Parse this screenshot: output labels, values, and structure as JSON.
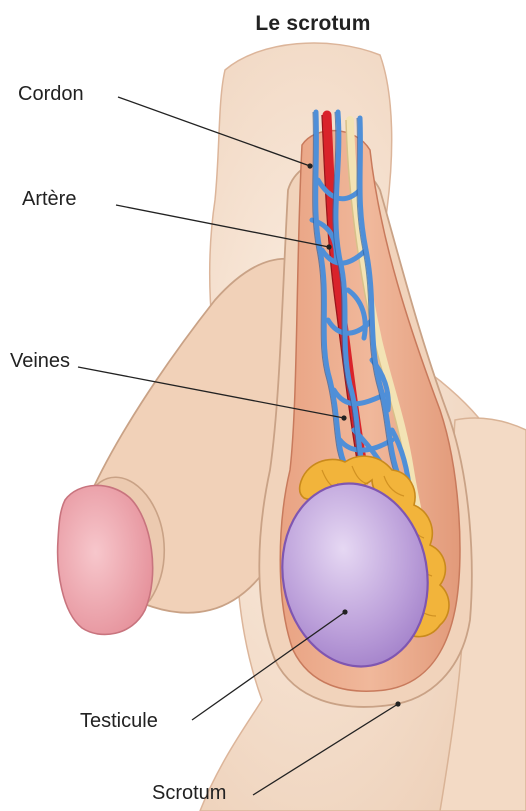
{
  "title": "Le scrotum",
  "labels": {
    "cordon": "Cordon",
    "artere": "Artère",
    "veines": "Veines",
    "testicule": "Testicule",
    "scrotum": "Scrotum"
  },
  "colors": {
    "skin": "#f4dcc6",
    "skin_shadow": "#e7c2a6",
    "sac": "#e9a584",
    "glans": "#ec9aa2",
    "vein": "#4f8fd8",
    "artery": "#d9232b",
    "duct": "#f3e3b4",
    "epididymis": "#f2b43b",
    "testicle": "#b89ad6",
    "leader_line": "#222222"
  }
}
